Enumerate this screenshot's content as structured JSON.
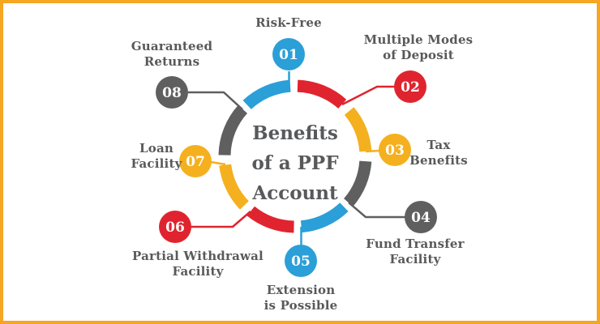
{
  "title": {
    "text": "Benefits of a PPF Account",
    "lines": [
      "Benefits",
      "of a PPF",
      "Account"
    ]
  },
  "colors": {
    "blue": "#2B9FD7",
    "red": "#E0242F",
    "yellow": "#F4B01E",
    "gray": "#5F5F60",
    "text": "#58595B",
    "border": "#F5A623",
    "number_text": "#FFFFFF",
    "background": "#FFFFFF"
  },
  "items": [
    {
      "number": "01",
      "color": "blue",
      "label": "Risk-Free",
      "lines": [
        "Risk-Free"
      ]
    },
    {
      "number": "02",
      "color": "red",
      "label": "Multiple Modes of Deposit",
      "lines": [
        "Multiple Modes",
        "of Deposit"
      ]
    },
    {
      "number": "03",
      "color": "yellow",
      "label": "Tax Benefits",
      "lines": [
        "Tax",
        "Benefits"
      ]
    },
    {
      "number": "04",
      "color": "gray",
      "label": "Fund Transfer Facility",
      "lines": [
        "Fund Transfer",
        "Facility"
      ]
    },
    {
      "number": "05",
      "color": "blue",
      "label": "Extension is Possible",
      "lines": [
        "Extension",
        "is Possible"
      ]
    },
    {
      "number": "06",
      "color": "red",
      "label": "Partial Withdrawal Facility",
      "lines": [
        "Partial Withdrawal",
        "Facility"
      ]
    },
    {
      "number": "07",
      "color": "yellow",
      "label": "Loan Facility",
      "lines": [
        "Loan",
        "Facility"
      ]
    },
    {
      "number": "08",
      "color": "gray",
      "label": "Guaranteed Returns",
      "lines": [
        "Guaranteed",
        "Returns"
      ]
    }
  ]
}
